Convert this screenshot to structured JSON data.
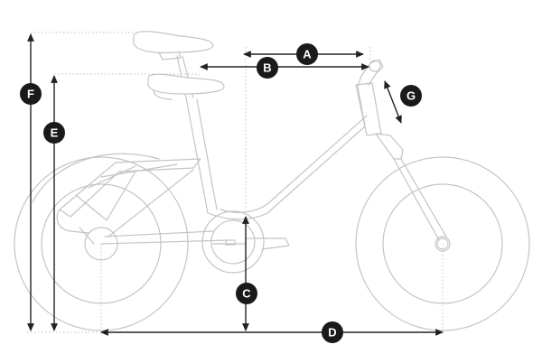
{
  "diagram": {
    "colors": {
      "line": "#c4c4c4",
      "dimension": "#222222",
      "badge": "#1a1a1a",
      "badge_text": "#ffffff"
    },
    "badges": {
      "a": "A",
      "b": "B",
      "c": "C",
      "d": "D",
      "e": "E",
      "f": "F",
      "g": "G"
    }
  }
}
